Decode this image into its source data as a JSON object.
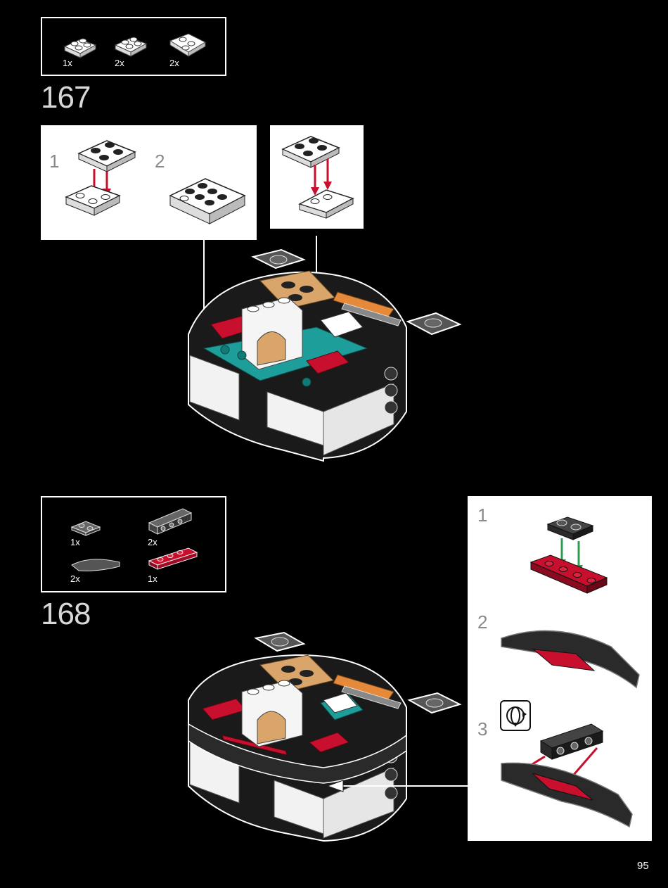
{
  "step167": {
    "number": "167",
    "parts": [
      {
        "qty": "1x",
        "icon": "plate-2x2-white-icon"
      },
      {
        "qty": "2x",
        "icon": "plate-2x2-white-icon"
      },
      {
        "qty": "2x",
        "icon": "wedge-plate-white-icon"
      }
    ],
    "callout_a": {
      "sub1": "1",
      "sub2": "2"
    }
  },
  "step168": {
    "number": "168",
    "parts": [
      {
        "qty": "1x",
        "icon": "plate-1x2-dark-gray-icon"
      },
      {
        "qty": "2x",
        "icon": "bracket-1x4-dark-gray-icon"
      },
      {
        "qty": "2x",
        "icon": "curved-slope-dark-gray-icon"
      },
      {
        "qty": "1x",
        "icon": "plate-1x4-red-icon"
      }
    ],
    "callout": {
      "sub1": "1",
      "sub2": "2",
      "sub3": "3",
      "rotate_icon": "rotate-model-icon"
    }
  },
  "page_number": "95",
  "colors": {
    "background": "#000000",
    "callout": "#ffffff",
    "arrow_red": "#c8102e",
    "arrow_green": "#2e9e4f",
    "teal": "#1e9e9a",
    "tan": "#d9a56b"
  }
}
